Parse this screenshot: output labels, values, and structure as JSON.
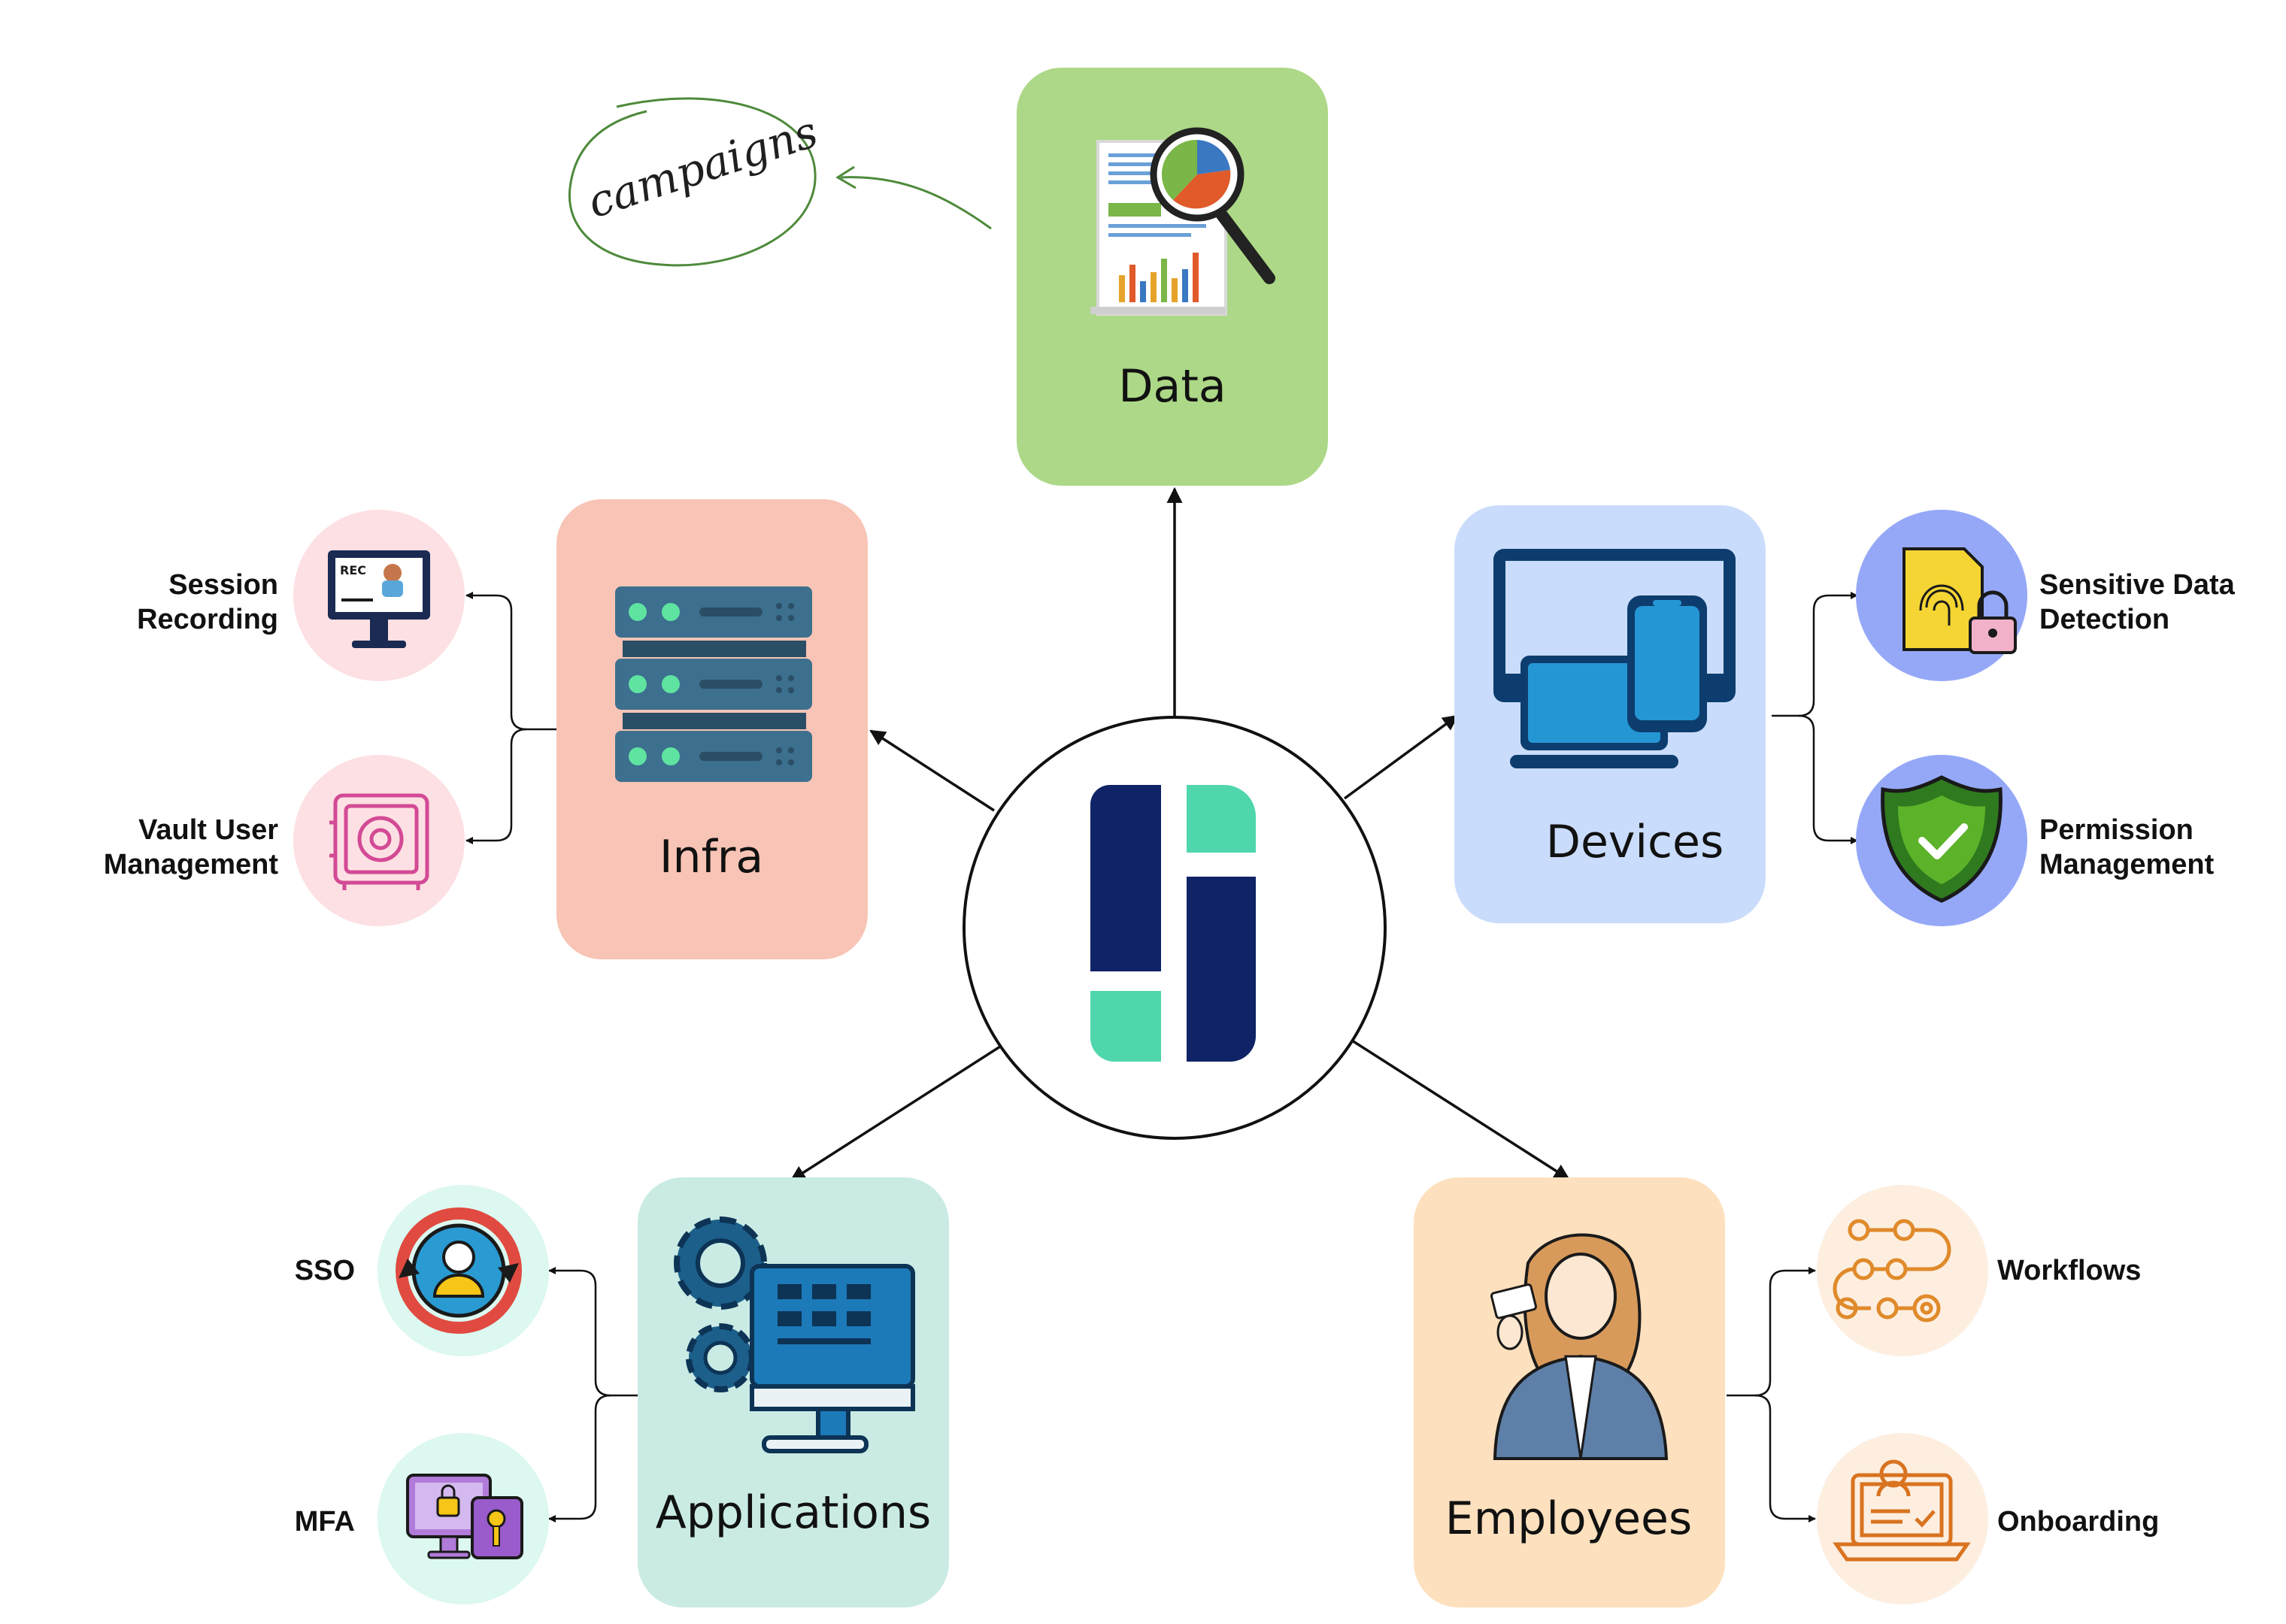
{
  "center": {
    "icon": "company-logo-icon"
  },
  "nodes": {
    "data": {
      "label": "Data",
      "color": "#acd887",
      "icon": "report-magnifier-icon"
    },
    "infra": {
      "label": "Infra",
      "color": "#f8c4b5",
      "icon": "server-stack-icon"
    },
    "devices": {
      "label": "Devices",
      "color": "#cadcfb",
      "icon": "devices-icon"
    },
    "applications": {
      "label": "Applications",
      "color": "#c9ebe4",
      "icon": "gear-monitor-icon"
    },
    "employees": {
      "label": "Employees",
      "color": "#fde0be",
      "icon": "employee-badge-icon"
    }
  },
  "leaves": {
    "session_recording": {
      "line1": "Session",
      "line2": "Recording",
      "icon": "rec-monitor-icon"
    },
    "vault_user_management": {
      "line1": "Vault User",
      "line2": "Management",
      "icon": "vault-safe-icon"
    },
    "sensitive_data_detection": {
      "line1": "Sensitive Data",
      "line2": "Detection",
      "icon": "fingerprint-lock-icon"
    },
    "permission_management": {
      "line1": "Permission",
      "line2": "Management",
      "icon": "shield-check-icon"
    },
    "sso": {
      "label": "SSO",
      "icon": "user-sync-icon"
    },
    "mfa": {
      "label": "MFA",
      "icon": "lock-key-screens-icon"
    },
    "workflows": {
      "label": "Workflows",
      "icon": "workflow-path-icon"
    },
    "onboarding": {
      "label": "Onboarding",
      "icon": "laptop-person-icon"
    }
  },
  "annotation": {
    "text": "campaigns"
  },
  "colors": {
    "navy": "#0f2366",
    "mint": "#4fd6ad",
    "line": "#111111",
    "annotation": "#4e8a3b"
  }
}
